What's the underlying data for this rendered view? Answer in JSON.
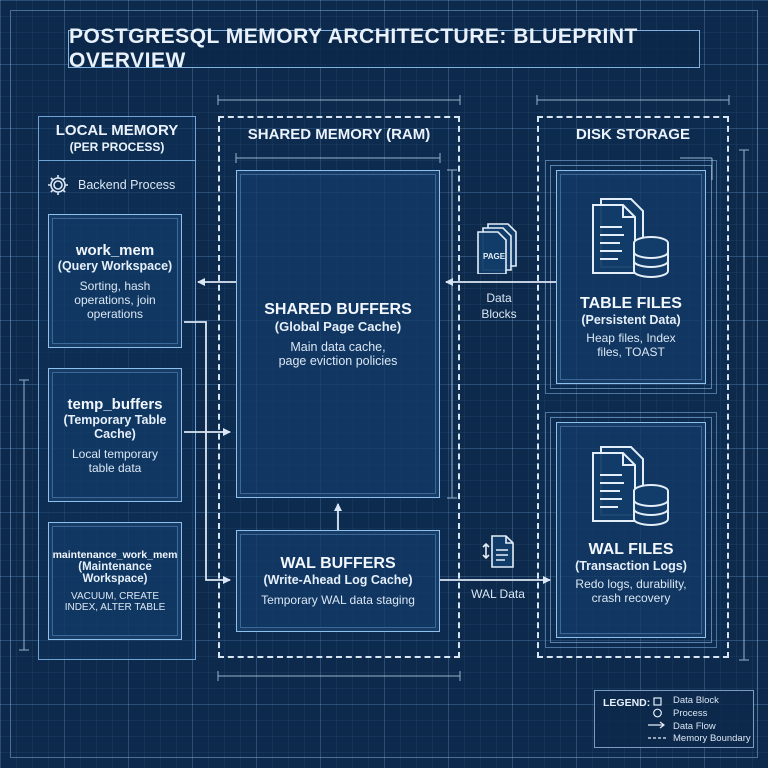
{
  "title": "POSTGRESQL MEMORY ARCHITECTURE: BLUEPRINT OVERVIEW",
  "local_memory": {
    "title": "LOCAL MEMORY",
    "subtitle": "(PER PROCESS)",
    "process_label": "Backend Process",
    "work_mem": {
      "name": "work_mem",
      "sub": "(Query Workspace)",
      "desc": "Sorting, hash operations, join operations"
    },
    "temp_buffers": {
      "name": "temp_buffers",
      "sub": "(Temporary Table Cache)",
      "desc": "Local temporary table data"
    },
    "maintenance_work_mem": {
      "name": "maintenance_work_mem",
      "sub": "(Maintenance Workspace)",
      "desc": "VACUUM, CREATE INDEX, ALTER TABLE"
    }
  },
  "shared_memory": {
    "title": "SHARED MEMORY (RAM)",
    "shared_buffers": {
      "name": "SHARED BUFFERS",
      "sub": "(Global Page Cache)",
      "desc": "Main data cache, page eviction policies"
    },
    "wal_buffers": {
      "name": "WAL BUFFERS",
      "sub": "(Write-Ahead Log Cache)",
      "desc": "Temporary WAL data staging"
    }
  },
  "disk_storage": {
    "title": "DISK STORAGE",
    "table_files": {
      "name": "TABLE FILES",
      "sub": "(Persistent Data)",
      "desc": "Heap files, Index files, TOAST"
    },
    "wal_files": {
      "name": "WAL FILES",
      "sub": "(Transaction Logs)",
      "desc": "Redo logs, durability, crash recovery"
    }
  },
  "flows": {
    "data_blocks": "Data Blocks",
    "page_icon_label": "PAGE",
    "wal_data": "WAL Data"
  },
  "legend": {
    "title": "LEGEND:",
    "items": [
      "Data Block",
      "Process",
      "Data Flow",
      "Memory Boundary"
    ]
  },
  "colors": {
    "background": "#0d2a4d",
    "line": "#d8e6f3",
    "box_border": "#8cc0ee"
  }
}
